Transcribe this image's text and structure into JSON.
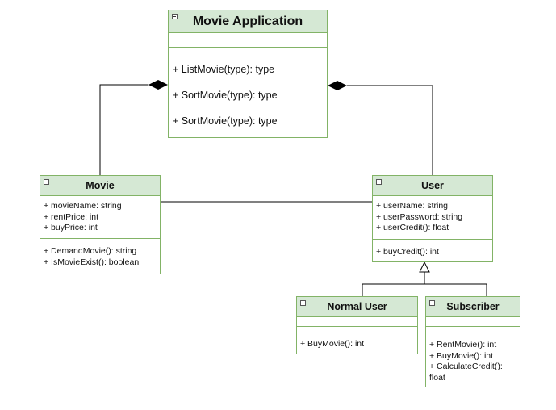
{
  "classes": {
    "movie_app": {
      "name": "Movie Application",
      "attributes": [],
      "methods": [
        "+ ListMovie(type): type",
        "+ SortMovie(type): type",
        "+ SortMovie(type): type"
      ]
    },
    "movie": {
      "name": "Movie",
      "attributes": [
        "+ movieName: string",
        "+ rentPrice: int",
        "+ buyPrice: int"
      ],
      "methods": [
        "+ DemandMovie(): string",
        "+ IsMovieExist(): boolean"
      ]
    },
    "user": {
      "name": "User",
      "attributes": [
        "+ userName: string",
        "+ userPassword: string",
        "+ userCredit(): float"
      ],
      "methods": [
        "+ buyCredit(): int"
      ]
    },
    "normal_user": {
      "name": "Normal User",
      "attributes": [],
      "methods": [
        "+ BuyMovie(): int"
      ]
    },
    "subscriber": {
      "name": "Subscriber",
      "attributes": [],
      "methods": [
        "+ RentMovie(): int",
        "+ BuyMovie(): int",
        "+ CalculateCredit():",
        "float"
      ]
    }
  },
  "relations": [
    {
      "type": "composition",
      "whole": "Movie Application",
      "part": "Movie"
    },
    {
      "type": "composition",
      "whole": "Movie Application",
      "part": "User"
    },
    {
      "type": "association",
      "from": "Movie",
      "to": "User"
    },
    {
      "type": "generalization",
      "parent": "User",
      "children": [
        "Normal User",
        "Subscriber"
      ]
    }
  ],
  "colors": {
    "header_fill": "#d5e8d4",
    "border": "#82b366",
    "edge": "#000000"
  }
}
